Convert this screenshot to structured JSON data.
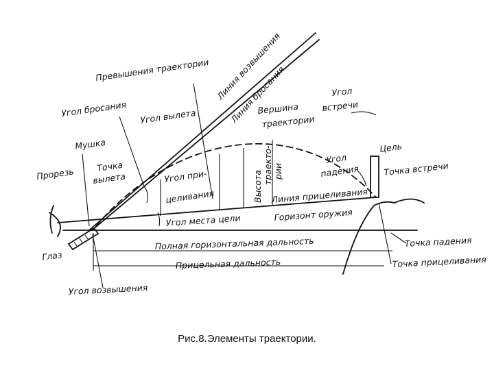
{
  "caption": "Рис.8.Элементы траектории.",
  "labels": {
    "liniya_vozvysheniya": "Линия возвышения",
    "liniya_brosaniya": "Линия бросания",
    "prevysheniya": "Превышения траектории",
    "ugol_brosaniya": "Угол бросания",
    "ugol_vyleta": "Угол вылета",
    "vershina_1": "Вершина",
    "vershina_2": "траектории",
    "ugol_vstrechi_1": "Угол",
    "ugol_vstrechi_2": "встречи",
    "cel": "Цель",
    "mushka": "Мушка",
    "prorez": "Прорезь",
    "tochka_vyleta_1": "Точка",
    "tochka_vyleta_2": "вылета",
    "ugol_pricelivaniya_1": "Угол при-",
    "ugol_pricelivaniya_2": "целивания",
    "vysota_1": "Высота",
    "vysota_2": "траекто-",
    "vysota_3": "рии",
    "ugol_padeniya_1": "Угол",
    "ugol_padeniya_2": "падения",
    "tochka_vstrechi": "Точка встречи",
    "liniya_pricelivaniya": "Линия прицеливания",
    "ugol_mesta_celi": "Угол места цели",
    "gorizont_oruzhiya": "Горизонт оружия",
    "tochka_padeniya": "Точка падения",
    "glaz": "Глаз",
    "polnaya_dalnost": "Полная горизонтальная дальность",
    "pricelnaya_dalnost": "Прицельная дальность",
    "tochka_pricelivaniya": "Точка прицеливания",
    "ugol_vozvysheniya": "Угол возвышения"
  }
}
